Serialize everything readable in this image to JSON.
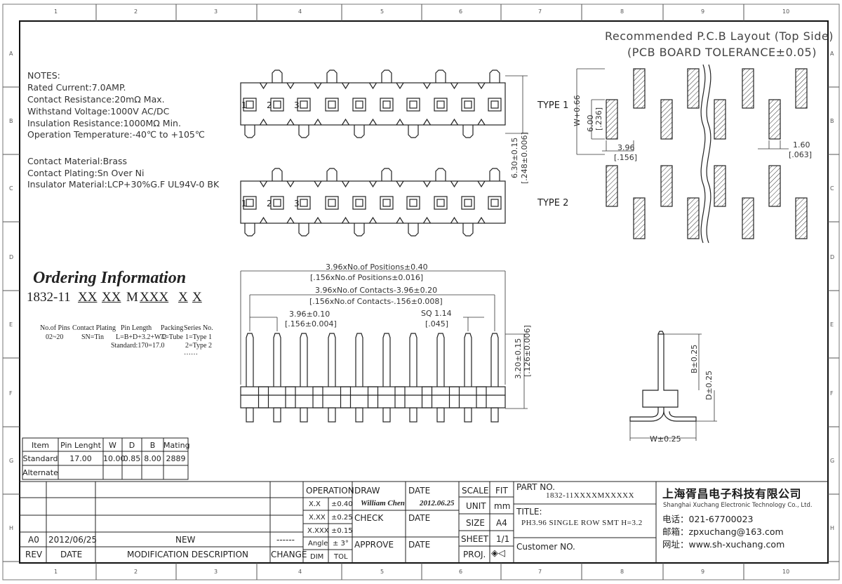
{
  "header": {
    "cols": [
      "1",
      "2",
      "3",
      "4",
      "5",
      "6",
      "7",
      "8",
      "9",
      "10"
    ],
    "rows": [
      "A",
      "B",
      "C",
      "D",
      "E",
      "F",
      "G",
      "H"
    ]
  },
  "pcb_title": [
    "Recommended P.C.B Layout (Top Side)",
    "(PCB BOARD TOLERANCE±0.05)"
  ],
  "notes": {
    "heading": "NOTES:",
    "lines": [
      "Rated Current:7.0AMP.",
      "Contact Resistance:20mΩ Max.",
      "Withstand Voltage:1000V AC/DC",
      "Insulation Resistance:1000MΩ Min.",
      "Operation Temperature:-40℃ to +105℃"
    ],
    "materials": [
      "Contact Material:Brass",
      "Contact Plating:Sn Over Ni",
      "Insulator Material:LCP+30%G.F UL94V-0 BK"
    ]
  },
  "ordering": {
    "title": "Ordering Information",
    "code_prefix": "1832-11",
    "code_parts": [
      "XX",
      "XX",
      "M",
      "XXX",
      "X",
      "X"
    ],
    "labels": {
      "pins": [
        "No.of Pins",
        "02~20"
      ],
      "plating": [
        "Contact Plating",
        "SN=Tin"
      ],
      "length": [
        "Pin Length",
        "L=B+D+3.2+W/2",
        "Standard:170=17.0"
      ],
      "packing": [
        "Packing",
        "T=Tube"
      ],
      "series": [
        "Series No.",
        "1=Type 1",
        "2=Type 2",
        "……"
      ]
    }
  },
  "top_view": {
    "pin_numbers": [
      "1",
      "2",
      "3"
    ],
    "type_labels": [
      "TYPE 1",
      "TYPE 2"
    ],
    "height_dim": [
      "6.30±0.15",
      "[.248±0.006]"
    ]
  },
  "front_view": {
    "dims": [
      "3.96xNo.of Positions±0.40",
      "[.156xNo.of Positions±0.016]",
      "3.96xNo.of Contacts-3.96±0.20",
      "[.156xNo.of Contacts-.156±0.008]",
      "3.96±0.10",
      "[.156±0.004]",
      "SQ 1.14",
      "[.045]"
    ],
    "height_dim": [
      "3.20±0.15",
      "[.126±0.006]"
    ]
  },
  "pcb_dims": {
    "w": [
      "W+0.66"
    ],
    "six": [
      "6.00",
      "[.236]"
    ],
    "pitch": [
      "3.96",
      "[.156]"
    ],
    "pad": [
      "1.60",
      "[.063]"
    ]
  },
  "side_view": {
    "b": "B±0.25",
    "d": "D±0.25",
    "w": "W±0.25"
  },
  "item_table": {
    "headers": [
      "Item",
      "Pin Lenght",
      "W",
      "D",
      "B",
      "Mating"
    ],
    "rows": [
      [
        "Standard",
        "17.00",
        "10.00",
        "0.85",
        "8.00",
        "2889"
      ],
      [
        "Alternate",
        "",
        "",
        "",
        "",
        ""
      ]
    ]
  },
  "title_block": {
    "rev_row": [
      "A0",
      "2012/06/25",
      "NEW",
      "------"
    ],
    "rev_header": [
      "REV",
      "DATE",
      "MODIFICATION  DESCRIPTION",
      "CHANGE"
    ],
    "operation": "OPERATION",
    "tolerances": [
      [
        "X.X",
        "±0.40"
      ],
      [
        "X.XX",
        "±0.25"
      ],
      [
        "X.XXX",
        "±0.15"
      ],
      [
        "Angle",
        "± 3°"
      ]
    ],
    "dim_tol": [
      "DIM",
      "TOL"
    ],
    "draw": "DRAW",
    "drawer": "William Chen",
    "date_label": "DATE",
    "draw_date": "2012.06.25",
    "check": "CHECK",
    "approve": "APPROVE",
    "scale": "SCALE",
    "scale_val": "FIT",
    "unit": "UNIT",
    "unit_val": "mm",
    "size": "SIZE",
    "size_val": "A4",
    "sheet": "SHEET",
    "sheet_val": "1/1",
    "proj": "PROJ.",
    "part_no_label": "PART  NO.",
    "part_no": "1832-11XXXXMXXXXX",
    "title_label": "TITLE:",
    "title": "PH3.96 SINGLE ROW SMT H=3.2",
    "customer": "Customer NO."
  },
  "company": {
    "name_cn": "上海胥昌电子科技有限公司",
    "name_en": "Shanghai Xuchang Electronic Technology Co., Ltd.",
    "phone": "电话：021-67700023",
    "email": "邮箱：zpxuchang@163.com",
    "web": "网址：www.sh-xuchang.com"
  }
}
